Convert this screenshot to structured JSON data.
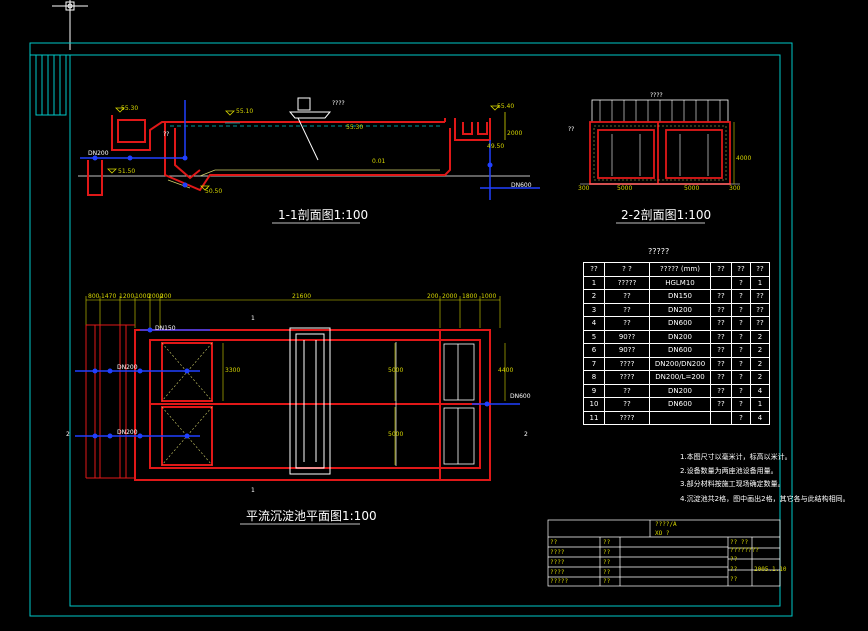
{
  "views": {
    "section_1_1": {
      "title": "1-1剖面图1:100",
      "labels": [
        "55.30",
        "55.10",
        "????",
        "55.30",
        "55.40",
        "DN200",
        "0.01",
        "51.50",
        "50.50",
        "49.50",
        "2000",
        "DN600",
        "??"
      ]
    },
    "section_2_2": {
      "title": "2-2剖面图1:100",
      "labels": [
        "????",
        "??",
        "4000",
        "5000",
        "5000",
        "300",
        "300"
      ]
    },
    "plan": {
      "title": "平流沉淀池平面图1:100",
      "dims": [
        "800",
        "1470",
        "1200",
        "1000",
        "2000",
        "200",
        "21600",
        "200",
        "2000",
        "1800",
        "1000"
      ],
      "labels": [
        "DN150",
        "DN200",
        "DN200",
        "3300",
        "5000",
        "5000",
        "4400",
        "DN600",
        "1",
        "1",
        "2",
        "2"
      ]
    }
  },
  "equipment_table": {
    "caption": "?????",
    "headers": [
      "??",
      "? ?",
      "????? (mm)",
      "??",
      "??",
      "??"
    ],
    "rows": [
      [
        "1",
        "?????",
        "HGLM10",
        "",
        "?",
        "1"
      ],
      [
        "2",
        "??",
        "DN150",
        "??",
        "?",
        "??"
      ],
      [
        "3",
        "??",
        "DN200",
        "??",
        "?",
        "??"
      ],
      [
        "4",
        "??",
        "DN600",
        "??",
        "?",
        "??"
      ],
      [
        "5",
        "90??",
        "DN200",
        "??",
        "?",
        "2"
      ],
      [
        "6",
        "90??",
        "DN600",
        "??",
        "?",
        "2"
      ],
      [
        "7",
        "????",
        "DN200/DN200",
        "??",
        "?",
        "2"
      ],
      [
        "8",
        "????",
        "DN200/L=200",
        "??",
        "?",
        "2"
      ],
      [
        "9",
        "??",
        "DN200",
        "??",
        "?",
        "4"
      ],
      [
        "10",
        "??",
        "DN600",
        "??",
        "?",
        "1"
      ],
      [
        "11",
        "????",
        "",
        "",
        "?",
        "4"
      ]
    ]
  },
  "notes": [
    "1.本图尺寸以毫米计，标高以米计。",
    "2.设备数量为两座池设备用量。",
    "3.部分材料按施工现场确定数量。",
    "4.沉淀池共2格，图中画出2格，其它各与此结构相同。"
  ],
  "title_block": {
    "project": "????/A",
    "code": "XO  ?",
    "left_labels": [
      "??",
      "????",
      "????",
      "????",
      "?????"
    ],
    "mid_labels": [
      "??",
      "??",
      "??",
      "??",
      "??",
      "??",
      "??"
    ],
    "right_labels": [
      "?? ??",
      "????????",
      "??",
      "??",
      "??"
    ],
    "date": "2005.1.10",
    "sheet": "??"
  },
  "colors": {
    "background": "#000000",
    "frame": "#00c8c8",
    "structure": "#e01818",
    "pipe": "#2040ff",
    "annotation": "#d6d600",
    "text": "#ffffff",
    "hatch": "#cfcf6a"
  }
}
